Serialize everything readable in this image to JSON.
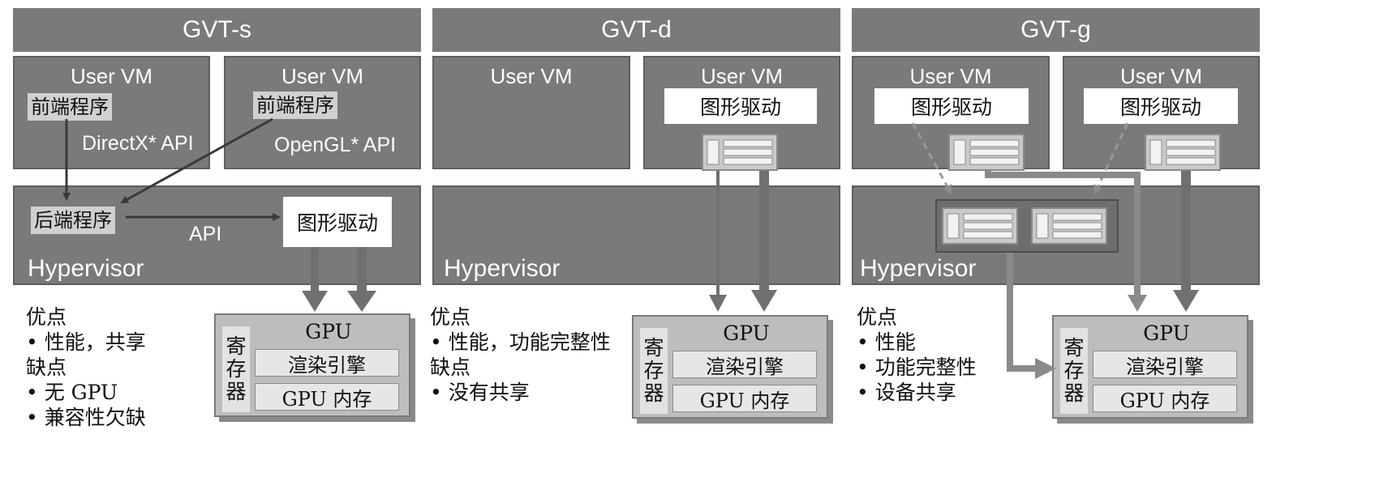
{
  "columns": {
    "gvt_s": {
      "title": "GVT-s",
      "vm_left": {
        "title": "User VM",
        "app": "前端程序",
        "api": "DirectX* API"
      },
      "vm_right": {
        "title": "User VM",
        "app": "前端程序",
        "api": "OpenGL* API"
      },
      "hypervisor": {
        "label": "Hypervisor",
        "backend": "后端程序",
        "api": "API",
        "driver": "图形驱动"
      },
      "gpu": {
        "title": "GPU",
        "register": "寄存器",
        "engine": "渲染引擎",
        "memory": "GPU 内存"
      },
      "notes": {
        "pros_title": "优点",
        "pros": [
          "• 性能，共享"
        ],
        "cons_title": "缺点",
        "cons": [
          "• 无 GPU",
          "• 兼容性欠缺"
        ]
      }
    },
    "gvt_d": {
      "title": "GVT-d",
      "vm_left": {
        "title": "User VM"
      },
      "vm_right": {
        "title": "User VM",
        "driver": "图形驱动"
      },
      "hypervisor": {
        "label": "Hypervisor"
      },
      "gpu": {
        "title": "GPU",
        "register": "寄存器",
        "engine": "渲染引擎",
        "memory": "GPU 内存"
      },
      "notes": {
        "pros_title": "优点",
        "pros": [
          "• 性能，功能完整性"
        ],
        "cons_title": "缺点",
        "cons": [
          "• 没有共享"
        ]
      }
    },
    "gvt_g": {
      "title": "GVT-g",
      "vm_left": {
        "title": "User VM",
        "driver": "图形驱动"
      },
      "vm_right": {
        "title": "User VM",
        "driver": "图形驱动"
      },
      "hypervisor": {
        "label": "Hypervisor"
      },
      "gpu": {
        "title": "GPU",
        "register": "寄存器",
        "engine": "渲染引擎",
        "memory": "GPU 内存"
      },
      "notes": {
        "pros_title": "优点",
        "pros": [
          "• 性能",
          "• 功能完整性",
          "• 设备共享"
        ]
      }
    }
  },
  "colors": {
    "panel": "#7a7a7a",
    "tag": "#d0d0d0",
    "arrow": "#4a4a4a",
    "gpu": "#bdbdbd"
  }
}
